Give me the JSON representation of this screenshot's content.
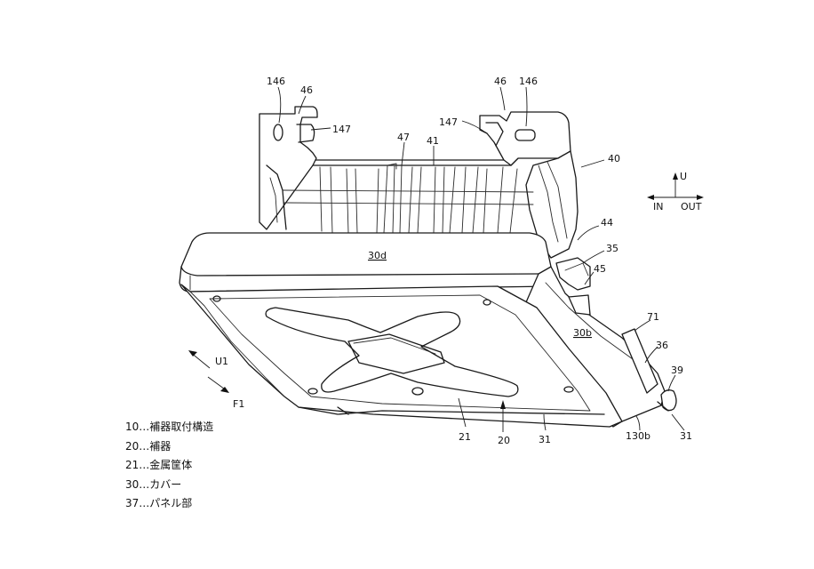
{
  "labels": {
    "l146a": "146",
    "l46a": "46",
    "l147a": "147",
    "l46b": "46",
    "l146b": "146",
    "l147b": "147",
    "l47": "47",
    "l41": "41",
    "l40": "40",
    "l44": "44",
    "l35": "35",
    "l45": "45",
    "l30d": "30d",
    "l30b": "30b",
    "l71": "71",
    "l36": "36",
    "l39": "39",
    "l31a": "31",
    "l130b": "130b",
    "l31b": "31",
    "l21": "21",
    "l20": "20",
    "lU1": "U1",
    "lF1": "F1"
  },
  "compass": {
    "up": "U",
    "left": "IN",
    "right": "OUT"
  },
  "legend": [
    "10…補器取付構造",
    "20…補器",
    "21…金属筐体",
    "30…カバー",
    "37…パネル部"
  ]
}
